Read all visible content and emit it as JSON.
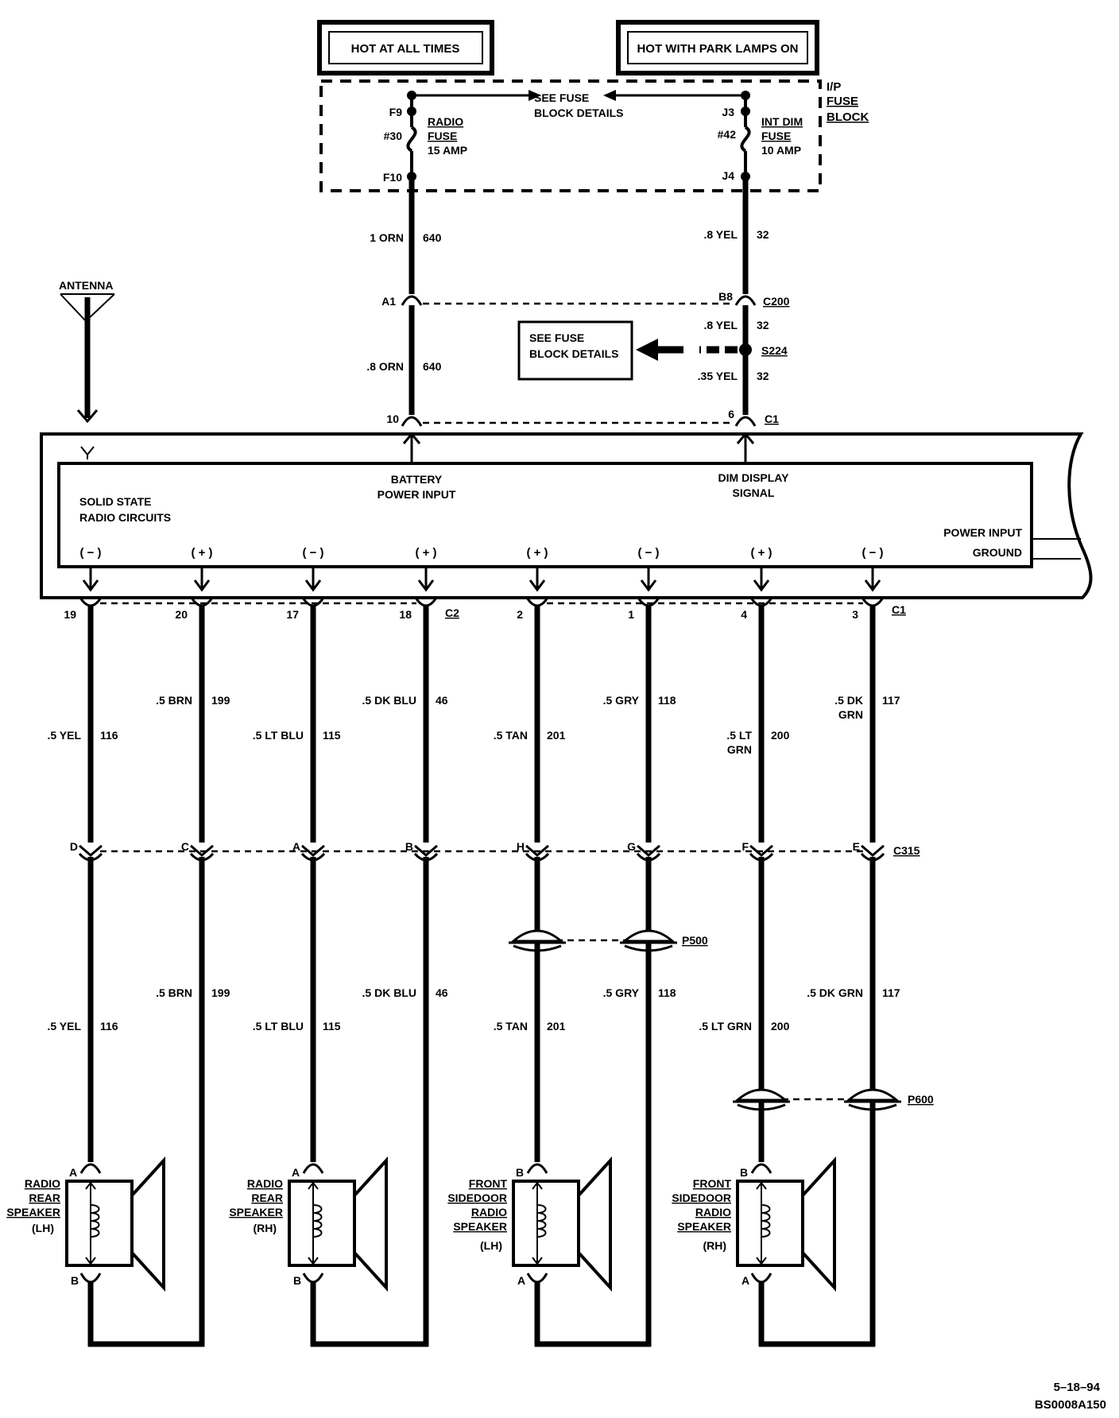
{
  "header": {
    "hot_all_times": "HOT AT ALL TIMES",
    "hot_park_lamps": "HOT WITH PARK LAMPS ON"
  },
  "fuse_block": {
    "label_line1": "I/P",
    "label_line2": "FUSE",
    "label_line3": "BLOCK",
    "see_fuse_line1": "SEE FUSE",
    "see_fuse_line2": "BLOCK DETAILS",
    "radio_fuse": {
      "top_terminal": "F9",
      "bottom_terminal": "F10",
      "number": "#30",
      "name_line1": "RADIO",
      "name_line2": "FUSE",
      "rating": "15 AMP"
    },
    "dim_fuse": {
      "top_terminal": "J3",
      "bottom_terminal": "J4",
      "number": "#42",
      "name_line1": "INT DIM",
      "name_line2": "FUSE",
      "rating": "10 AMP"
    }
  },
  "upper_wires": {
    "left_top": {
      "color": "1 ORN",
      "circuit": "640"
    },
    "left_bottom": {
      "color": ".8 ORN",
      "circuit": "640"
    },
    "right_top": {
      "color": ".8 YEL",
      "circuit": "32"
    },
    "right_mid": {
      "color": ".8 YEL",
      "circuit": "32"
    },
    "right_bottom": {
      "color": ".35 YEL",
      "circuit": "32"
    }
  },
  "connectors": {
    "c200": {
      "name": "C200",
      "left_pin": "A1",
      "right_pin": "B8"
    },
    "s224": "S224",
    "c1_top": {
      "name": "C1",
      "left_pin": "10",
      "right_pin": "6"
    },
    "c2": "C2",
    "c1_bottom": "C1",
    "c315": "C315",
    "p500": "P500",
    "p600": "P600"
  },
  "splice_box": {
    "line1": "SEE FUSE",
    "line2": "BLOCK DETAILS"
  },
  "antenna": "ANTENNA",
  "radio": {
    "circuits_line1": "SOLID STATE",
    "circuits_line2": "RADIO CIRCUITS",
    "battery_line1": "BATTERY",
    "battery_line2": "POWER INPUT",
    "dim_line1": "DIM DISPLAY",
    "dim_line2": "SIGNAL",
    "power_input": "POWER INPUT",
    "ground": "GROUND"
  },
  "speaker_wires": [
    {
      "polarity": "( − )",
      "pin": "19",
      "c315_pin": "D",
      "upper_color": ".5 YEL",
      "upper_circuit": "116",
      "lower_color": ".5 YEL",
      "lower_circuit": "116",
      "spk_pin": "A"
    },
    {
      "polarity": "( + )",
      "pin": "20",
      "c315_pin": "C",
      "upper_color": ".5 BRN",
      "upper_circuit": "199",
      "lower_color": ".5 BRN",
      "lower_circuit": "199",
      "spk_pin": ""
    },
    {
      "polarity": "( − )",
      "pin": "17",
      "c315_pin": "A",
      "upper_color": ".5 LT BLU",
      "upper_circuit": "115",
      "lower_color": ".5 LT BLU",
      "lower_circuit": "115",
      "spk_pin": "A"
    },
    {
      "polarity": "( + )",
      "pin": "18",
      "c315_pin": "B",
      "upper_color": ".5 DK BLU",
      "upper_circuit": "46",
      "lower_color": ".5 DK BLU",
      "lower_circuit": "46",
      "spk_pin": ""
    },
    {
      "polarity": "( + )",
      "pin": "2",
      "c315_pin": "H",
      "upper_color": ".5 TAN",
      "upper_circuit": "201",
      "lower_color": ".5 TAN",
      "lower_circuit": "201",
      "spk_pin": "B"
    },
    {
      "polarity": "( − )",
      "pin": "1",
      "c315_pin": "G",
      "upper_color": ".5 GRY",
      "upper_circuit": "118",
      "lower_color": ".5 GRY",
      "lower_circuit": "118",
      "spk_pin": ""
    },
    {
      "polarity": "( + )",
      "pin": "4",
      "c315_pin": "F",
      "upper_color_line1": ".5 LT",
      "upper_color_line2": "GRN",
      "upper_circuit": "200",
      "lower_color": ".5 LT GRN",
      "lower_circuit": "200",
      "spk_pin": "B"
    },
    {
      "polarity": "( − )",
      "pin": "3",
      "c315_pin": "E",
      "upper_color_line1": ".5 DK",
      "upper_color_line2": "GRN",
      "upper_circuit": "117",
      "lower_color": ".5 DK GRN",
      "lower_circuit": "117",
      "spk_pin": ""
    }
  ],
  "speakers": [
    {
      "l1": "RADIO",
      "l2": "REAR",
      "l3": "SPEAKER",
      "l4": "(LH)",
      "top_pin": "A",
      "bottom_pin": "B"
    },
    {
      "l1": "RADIO",
      "l2": "REAR",
      "l3": "SPEAKER",
      "l4": "(RH)",
      "top_pin": "A",
      "bottom_pin": "B"
    },
    {
      "l0": "FRONT",
      "l1a": "SIDE",
      "l1b": "DOOR",
      "l2": "RADIO",
      "l3": "SPEAKER",
      "l4": "(LH)",
      "top_pin": "B",
      "bottom_pin": "A"
    },
    {
      "l0": "FRONT",
      "l1a": "SIDE",
      "l1b": "DOOR",
      "l2": "RADIO",
      "l3": "SPEAKER",
      "l4": "(RH)",
      "top_pin": "B",
      "bottom_pin": "A"
    }
  ],
  "footer": {
    "date": "5–18–94",
    "code": "BS0008A150"
  }
}
